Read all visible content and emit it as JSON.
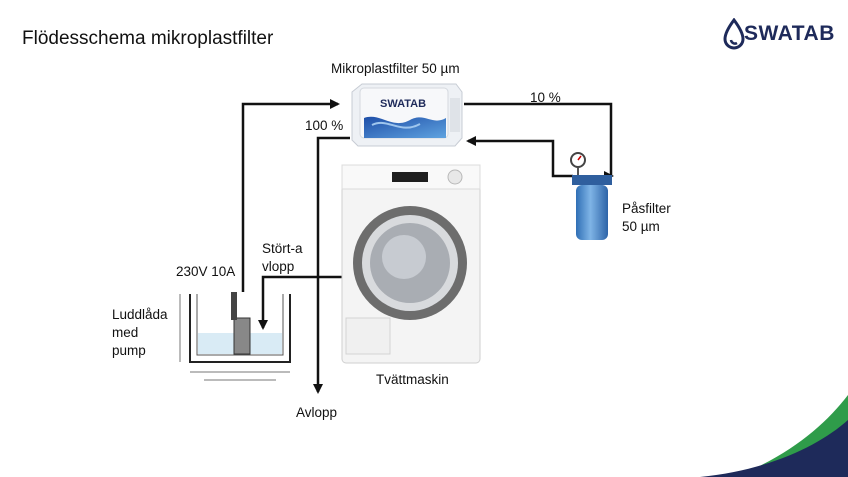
{
  "title": "Flödesschema mikroplastfilter",
  "brand": {
    "name": "SWATAB",
    "color": "#1e2a5a",
    "accent": "#2f9c4a"
  },
  "labels": {
    "filter": "Mikroplastfilter 50 µm",
    "pct_10": "10 %",
    "pct_100": "100 %",
    "bag_filter_line1": "Påsfilter",
    "bag_filter_line2": "50 µm",
    "overflow_line1": "Stört-a",
    "overflow_line2": "vlopp",
    "power": "230V 10A",
    "lint_line1": "Luddlåda",
    "lint_line2": "med",
    "lint_line3": "pump",
    "washer": "Tvättmaskin",
    "drain": "Avlopp"
  },
  "filter_logo": "SWATAB"
}
